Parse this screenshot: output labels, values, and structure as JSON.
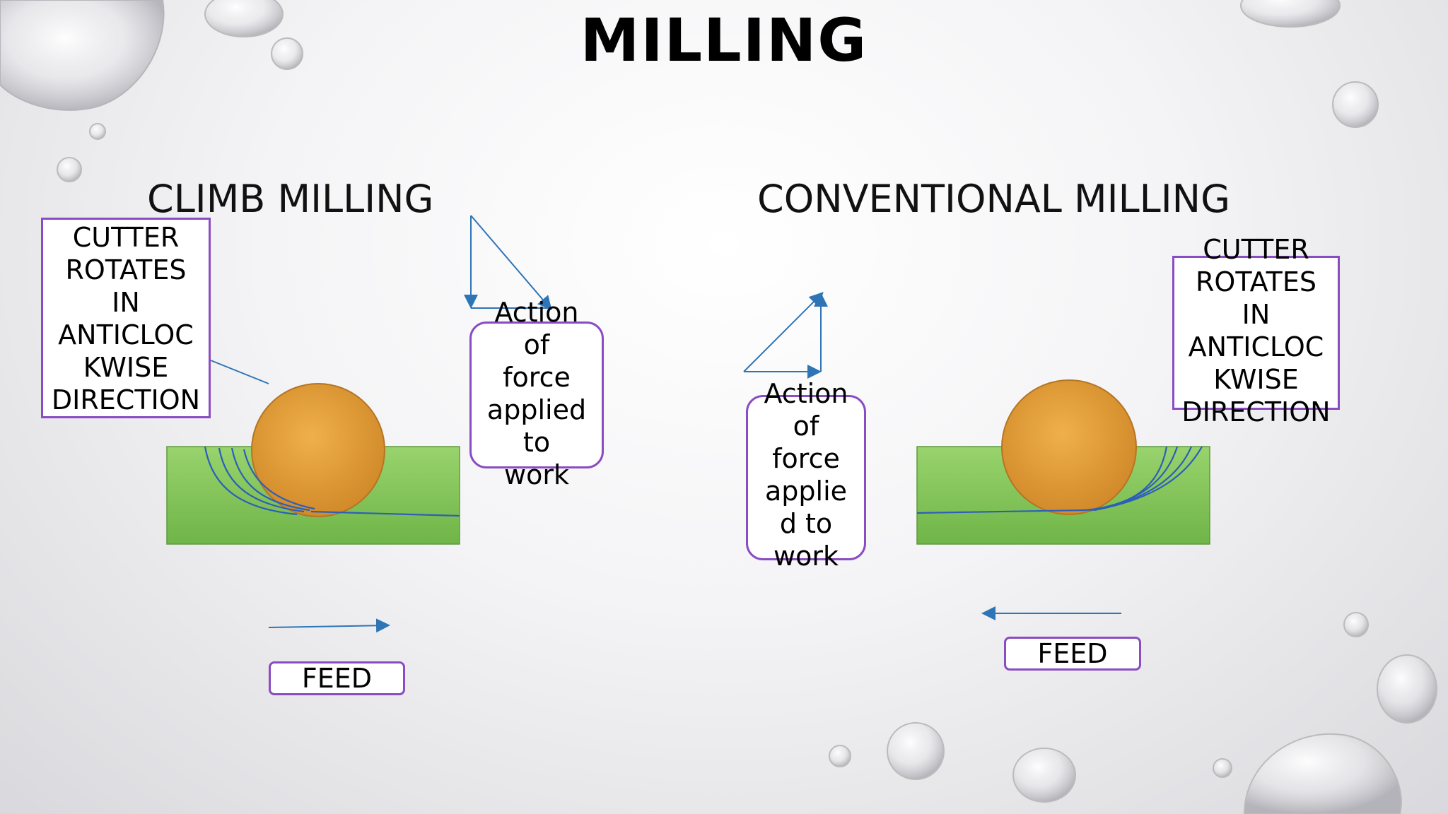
{
  "title": "MILLING",
  "climb": {
    "heading": "CLIMB MILLING",
    "rotation_label": "CUTTER\nROTATES\nIN\nANTICLOC\nKWISE\nDIRECTION",
    "force_label": "Action\nof\nforce\napplied\nto\nwork",
    "feed_label": "FEED"
  },
  "conventional": {
    "heading": "CONVENTIONAL MILLING",
    "rotation_label": "CUTTER\nROTATES\nIN\nANTICLOC\nKWISE\nDIRECTION",
    "force_label": "Action\nof\nforce\napplie\nd to\nwork",
    "feed_label": "FEED"
  },
  "colors": {
    "workpiece": "#86c95c",
    "cutter": "#e0a03a",
    "box_border": "#8a4cc2",
    "arrow": "#2e75b6"
  }
}
